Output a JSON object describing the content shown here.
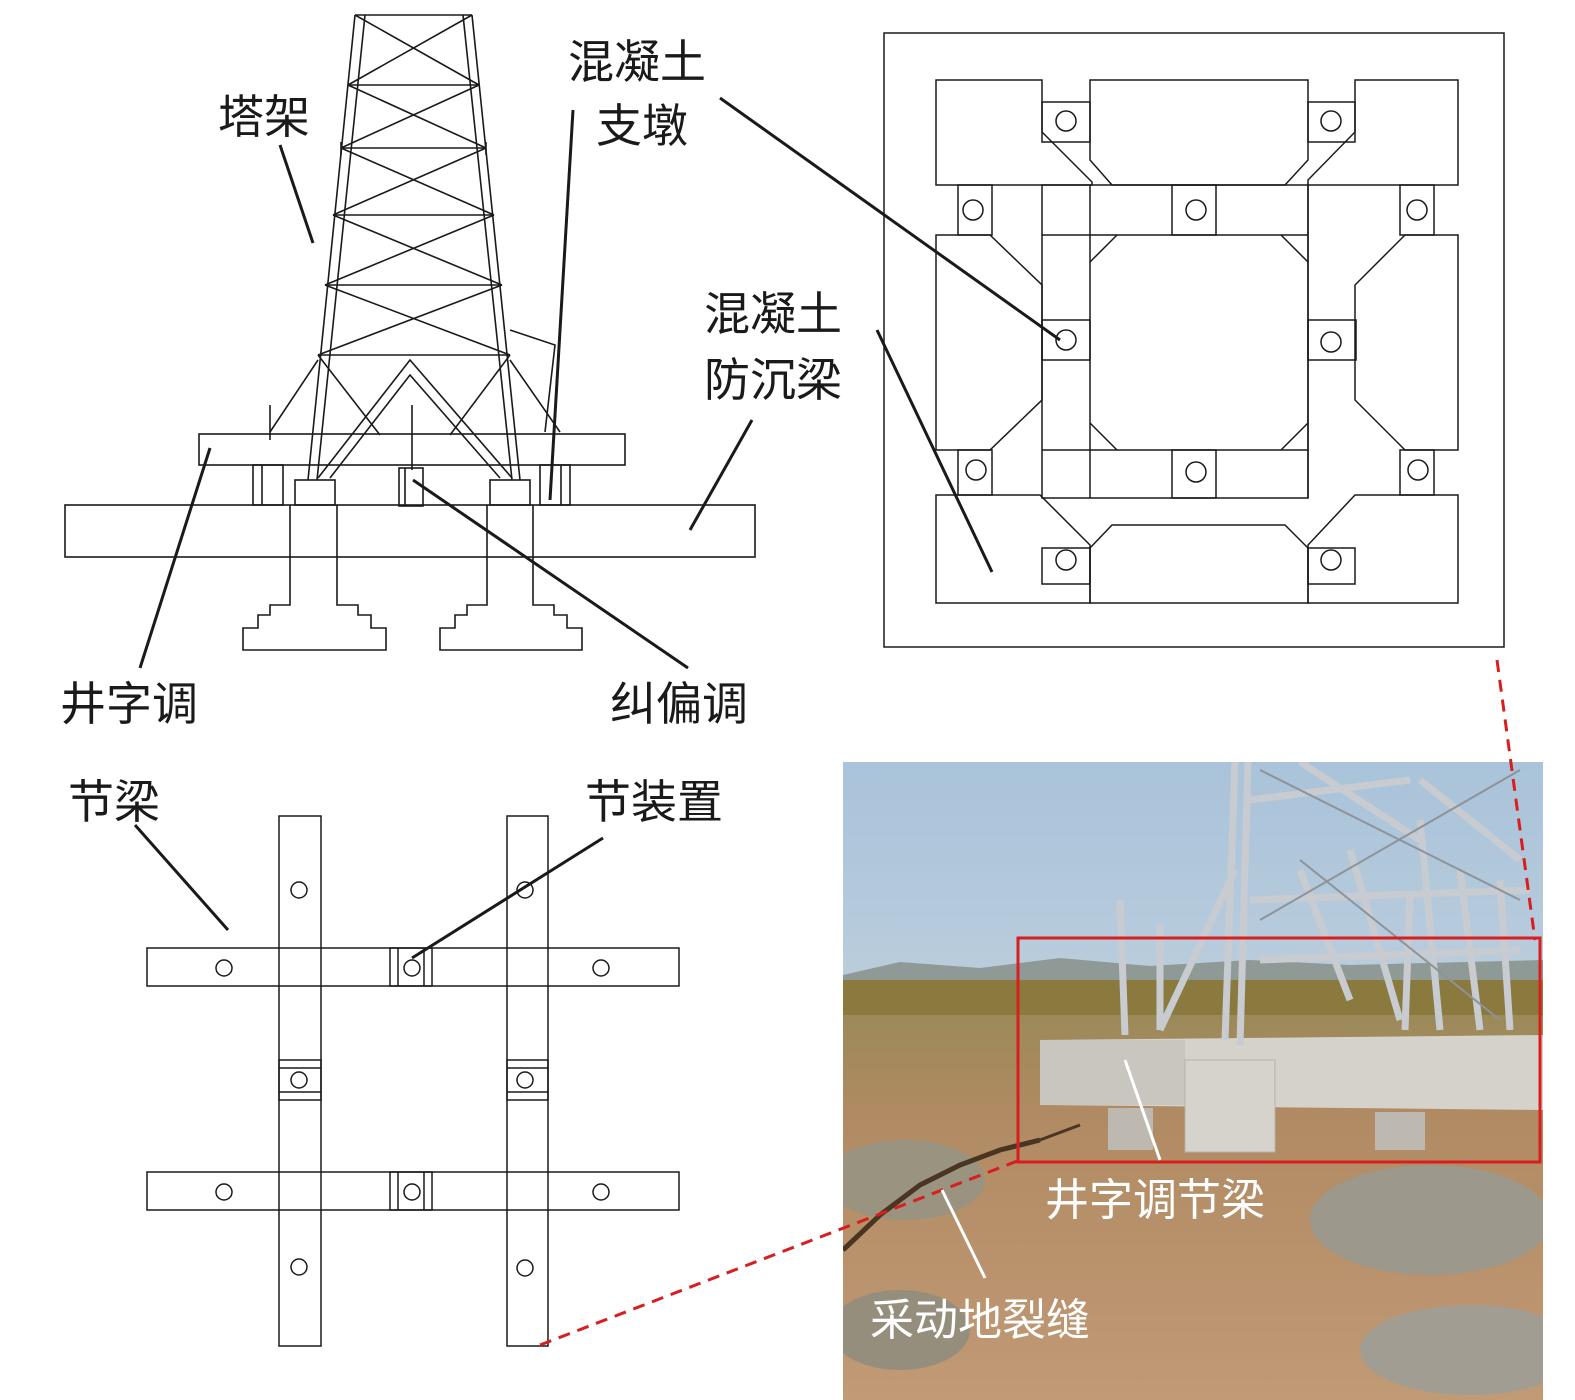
{
  "labels": {
    "tower": "塔架",
    "pier_line1": "混凝土",
    "pier_line2": "支墩",
    "beam_line1": "混凝土",
    "beam_line2": "防沉梁",
    "grid_adjust_a": "井字调",
    "grid_adjust_b": "节梁",
    "deviation_a": "纠偏调",
    "deviation_b": "节装置",
    "photo_beam": "井字调节梁",
    "photo_crack": "采动地裂缝"
  },
  "colors": {
    "line": "#1a1a1a",
    "highlight": "#d81e1e",
    "photo_sky": "#b9cfe0",
    "photo_ground": "#b58a64",
    "concrete": "#d9d6cf"
  }
}
